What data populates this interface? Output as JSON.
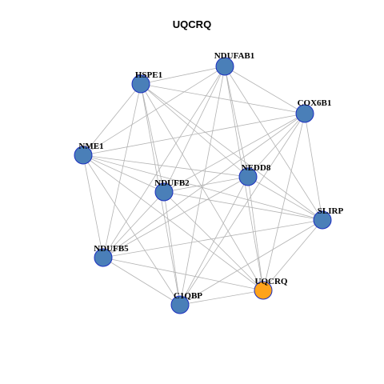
{
  "title": "UQCRQ",
  "colors": {
    "node_default": "#4a7fb8",
    "node_stroke": "#1c2fc0",
    "node_highlight": "#ffa31a",
    "edge": "#b3b3b3",
    "background": "#ffffff"
  },
  "network": {
    "nodes": [
      {
        "id": "NDUFAB1",
        "label": "NDUFAB1",
        "highlight": false
      },
      {
        "id": "HSPE1",
        "label": "HSPE1",
        "highlight": false
      },
      {
        "id": "COX6B1",
        "label": "COX6B1",
        "highlight": false
      },
      {
        "id": "NME1",
        "label": "NME1",
        "highlight": false
      },
      {
        "id": "NEDD8",
        "label": "NEDD8",
        "highlight": false
      },
      {
        "id": "NDUFB2",
        "label": "NDUFB2",
        "highlight": false
      },
      {
        "id": "SLIRP",
        "label": "SLIRP",
        "highlight": false
      },
      {
        "id": "NDUFB5",
        "label": "NDUFB5",
        "highlight": false
      },
      {
        "id": "UQCRQ",
        "label": "UQCRQ",
        "highlight": true
      },
      {
        "id": "C1QBP",
        "label": "C1QBP",
        "highlight": false
      }
    ],
    "edges": [
      [
        "NDUFAB1",
        "HSPE1"
      ],
      [
        "NDUFAB1",
        "COX6B1"
      ],
      [
        "NDUFAB1",
        "NME1"
      ],
      [
        "NDUFAB1",
        "NEDD8"
      ],
      [
        "NDUFAB1",
        "NDUFB2"
      ],
      [
        "NDUFAB1",
        "SLIRP"
      ],
      [
        "NDUFAB1",
        "NDUFB5"
      ],
      [
        "NDUFAB1",
        "UQCRQ"
      ],
      [
        "NDUFAB1",
        "C1QBP"
      ],
      [
        "HSPE1",
        "COX6B1"
      ],
      [
        "HSPE1",
        "NME1"
      ],
      [
        "HSPE1",
        "NEDD8"
      ],
      [
        "HSPE1",
        "NDUFB2"
      ],
      [
        "HSPE1",
        "SLIRP"
      ],
      [
        "HSPE1",
        "NDUFB5"
      ],
      [
        "HSPE1",
        "UQCRQ"
      ],
      [
        "HSPE1",
        "C1QBP"
      ],
      [
        "COX6B1",
        "NME1"
      ],
      [
        "COX6B1",
        "NEDD8"
      ],
      [
        "COX6B1",
        "NDUFB2"
      ],
      [
        "COX6B1",
        "SLIRP"
      ],
      [
        "COX6B1",
        "NDUFB5"
      ],
      [
        "COX6B1",
        "UQCRQ"
      ],
      [
        "COX6B1",
        "C1QBP"
      ],
      [
        "NME1",
        "NEDD8"
      ],
      [
        "NME1",
        "NDUFB2"
      ],
      [
        "NME1",
        "SLIRP"
      ],
      [
        "NME1",
        "NDUFB5"
      ],
      [
        "NME1",
        "UQCRQ"
      ],
      [
        "NME1",
        "C1QBP"
      ],
      [
        "NEDD8",
        "NDUFB2"
      ],
      [
        "NEDD8",
        "SLIRP"
      ],
      [
        "NEDD8",
        "NDUFB5"
      ],
      [
        "NEDD8",
        "UQCRQ"
      ],
      [
        "NEDD8",
        "C1QBP"
      ],
      [
        "NDUFB2",
        "SLIRP"
      ],
      [
        "NDUFB2",
        "NDUFB5"
      ],
      [
        "NDUFB2",
        "UQCRQ"
      ],
      [
        "NDUFB2",
        "C1QBP"
      ],
      [
        "SLIRP",
        "NDUFB5"
      ],
      [
        "SLIRP",
        "UQCRQ"
      ],
      [
        "SLIRP",
        "C1QBP"
      ],
      [
        "NDUFB5",
        "UQCRQ"
      ],
      [
        "NDUFB5",
        "C1QBP"
      ],
      [
        "UQCRQ",
        "C1QBP"
      ]
    ]
  }
}
